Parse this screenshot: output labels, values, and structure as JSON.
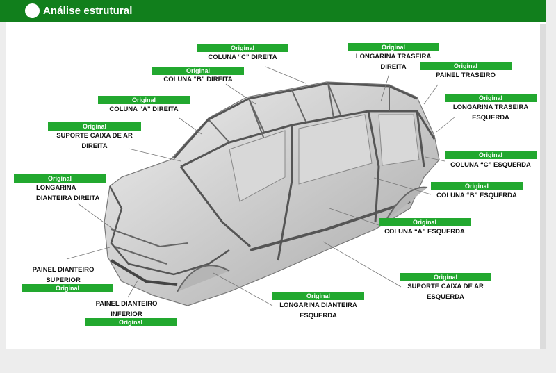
{
  "header": {
    "title": "Análise estrutural",
    "accent": "#117f1c",
    "badge_color": "#22a82f"
  },
  "badge_text": "Original",
  "parts": {
    "coluna_c_direita": "COLUNA “C” DIREITA",
    "coluna_b_direita": "COLUNA “B” DIREITA",
    "coluna_a_direita": "COLUNA “A” DIREITA",
    "suporte_caixa_ar_direita": [
      "SUPORTE CAIXA DE AR",
      "DIREITA"
    ],
    "longarina_dianteira_direita": [
      "LONGARINA",
      "DIANTEIRA DIREITA"
    ],
    "painel_dianteiro_superior": [
      "PAINEL DIANTEIRO",
      "SUPERIOR"
    ],
    "painel_dianteiro_inferior": [
      "PAINEL DIANTEIRO",
      "INFERIOR"
    ],
    "longarina_dianteira_esquerda": [
      "LONGARINA DIANTEIRA",
      "ESQUERDA"
    ],
    "suporte_caixa_ar_esquerda": [
      "SUPORTE CAIXA DE AR",
      "ESQUERDA"
    ],
    "coluna_a_esquerda": "COLUNA “A” ESQUERDA",
    "coluna_b_esquerda": "COLUNA “B” ESQUERDA",
    "coluna_c_esquerda": "COLUNA “C” ESQUERDA",
    "longarina_traseira_esquerda": [
      "LONGARINA TRASEIRA",
      "ESQUERDA"
    ],
    "painel_traseiro": "PAINEL TRASEIRO",
    "longarina_traseira_direita": [
      "LONGARINA TRASEIRA",
      "DIREITA"
    ]
  }
}
